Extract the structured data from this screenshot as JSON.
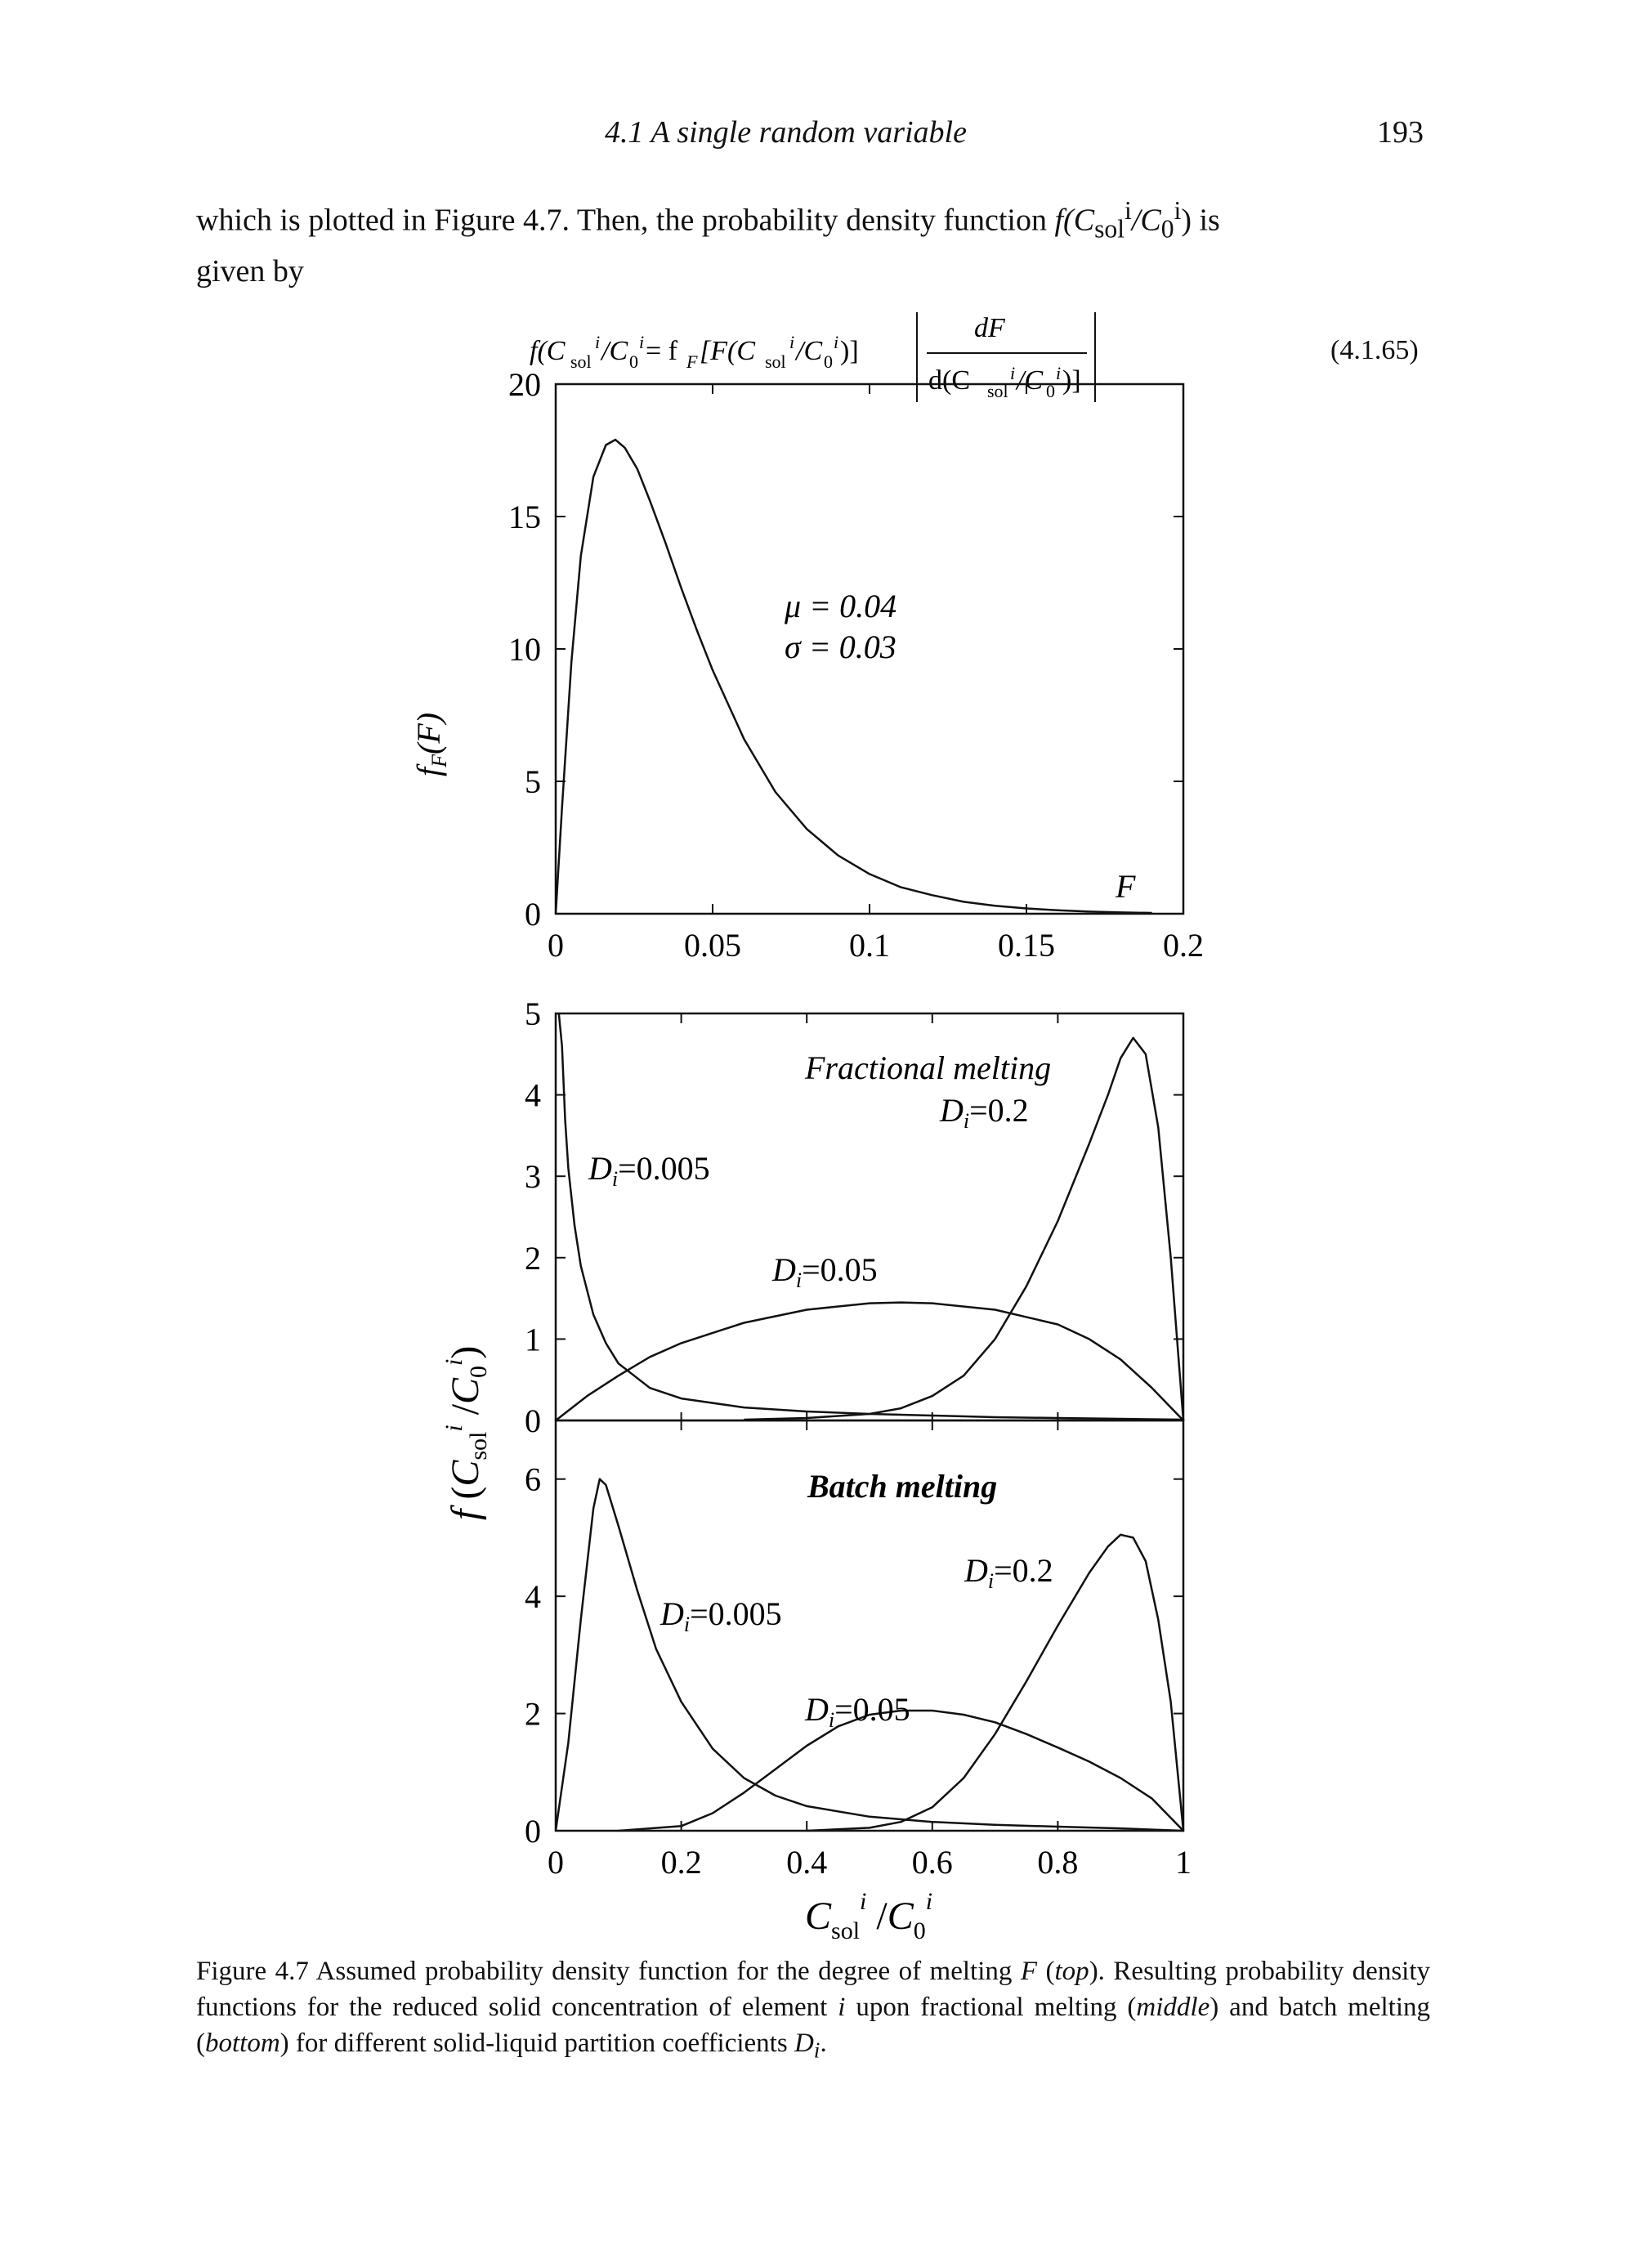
{
  "header": {
    "section_title": "4.1 A single random variable",
    "page_number": "193"
  },
  "body": {
    "line1_before": "which is plotted in Figure 4.7. Then, the probability density function ",
    "fn_name": "f(C",
    "sub_sol": "sol",
    "sup_i": "i",
    "fn_mid": "/C",
    "sub_0": "0",
    "fn_end": ") is",
    "line2": "given by"
  },
  "equation": {
    "lhs": "f(C",
    "rhs_prefix": "= f",
    "rhs_sub_F": "F",
    "rhs_bracket": "[F(C",
    "rhs_close": ")]",
    "numerator": "dF",
    "denominator": "d(C",
    "label": "(4.1.65)"
  },
  "chart_data": [
    {
      "type": "line",
      "panel": "top",
      "ylabel": "f_F(F)",
      "xlabel": "F",
      "xlim": [
        0,
        0.2
      ],
      "ylim": [
        0,
        20
      ],
      "xticks": [
        "0",
        "0.05",
        "0.1",
        "0.15",
        "0.2"
      ],
      "yticks": [
        "0",
        "5",
        "10",
        "15",
        "20"
      ],
      "annotations": [
        "μ = 0.04",
        "σ = 0.03"
      ],
      "series": [
        {
          "x": [
            0.0,
            0.002,
            0.005,
            0.008,
            0.012,
            0.016,
            0.019,
            0.022,
            0.026,
            0.03,
            0.035,
            0.04,
            0.045,
            0.05,
            0.06,
            0.07,
            0.08,
            0.09,
            0.1,
            0.11,
            0.12,
            0.13,
            0.14,
            0.15,
            0.16,
            0.17,
            0.18,
            0.19
          ],
          "y": [
            0.0,
            4.0,
            9.5,
            13.5,
            16.5,
            17.7,
            17.9,
            17.6,
            16.8,
            15.6,
            14.0,
            12.3,
            10.7,
            9.2,
            6.6,
            4.6,
            3.2,
            2.2,
            1.5,
            1.0,
            0.7,
            0.45,
            0.3,
            0.2,
            0.13,
            0.08,
            0.05,
            0.03
          ]
        }
      ]
    },
    {
      "type": "line",
      "panel": "middle",
      "title": "Fractional melting",
      "xlim": [
        0,
        1
      ],
      "ylim": [
        0,
        5
      ],
      "yticks": [
        "0",
        "1",
        "2",
        "3",
        "4",
        "5"
      ],
      "series": [
        {
          "name": "D_i=0.005",
          "x": [
            0.005,
            0.01,
            0.015,
            0.02,
            0.03,
            0.04,
            0.06,
            0.08,
            0.1,
            0.15,
            0.2,
            0.3,
            0.4,
            0.5,
            0.6,
            0.7,
            0.8,
            0.9,
            1.0
          ],
          "y": [
            5.0,
            4.6,
            3.7,
            3.1,
            2.4,
            1.9,
            1.3,
            0.95,
            0.7,
            0.4,
            0.27,
            0.16,
            0.11,
            0.08,
            0.06,
            0.04,
            0.03,
            0.02,
            0.01
          ]
        },
        {
          "name": "D_i=0.05",
          "x": [
            0.0,
            0.05,
            0.1,
            0.15,
            0.2,
            0.3,
            0.4,
            0.5,
            0.55,
            0.6,
            0.7,
            0.8,
            0.85,
            0.9,
            0.95,
            1.0
          ],
          "y": [
            0.0,
            0.3,
            0.55,
            0.78,
            0.95,
            1.2,
            1.36,
            1.44,
            1.45,
            1.44,
            1.36,
            1.18,
            1.0,
            0.75,
            0.4,
            0.0
          ]
        },
        {
          "name": "D_i=0.2",
          "x": [
            0.3,
            0.4,
            0.5,
            0.55,
            0.6,
            0.65,
            0.7,
            0.75,
            0.8,
            0.85,
            0.88,
            0.9,
            0.92,
            0.94,
            0.96,
            0.98,
            0.99,
            1.0
          ],
          "y": [
            0.01,
            0.03,
            0.08,
            0.15,
            0.3,
            0.55,
            1.0,
            1.65,
            2.45,
            3.4,
            4.0,
            4.45,
            4.7,
            4.5,
            3.6,
            2.0,
            1.0,
            0.0
          ]
        }
      ]
    },
    {
      "type": "line",
      "panel": "bottom",
      "title": "Batch melting",
      "xlim": [
        0,
        1
      ],
      "ylim": [
        0,
        7
      ],
      "xticks": [
        "0",
        "0.2",
        "0.4",
        "0.6",
        "0.8",
        "1"
      ],
      "yticks": [
        "0",
        "2",
        "4",
        "6"
      ],
      "series": [
        {
          "name": "D_i=0.005",
          "x": [
            0.0,
            0.02,
            0.04,
            0.06,
            0.07,
            0.08,
            0.1,
            0.13,
            0.16,
            0.2,
            0.25,
            0.3,
            0.35,
            0.4,
            0.5,
            0.6,
            0.7,
            0.8,
            0.9,
            1.0
          ],
          "y": [
            0.0,
            1.5,
            3.6,
            5.5,
            6.0,
            5.9,
            5.2,
            4.1,
            3.1,
            2.2,
            1.4,
            0.9,
            0.6,
            0.42,
            0.24,
            0.15,
            0.1,
            0.07,
            0.04,
            0.0
          ]
        },
        {
          "name": "D_i=0.05",
          "x": [
            0.1,
            0.2,
            0.25,
            0.3,
            0.35,
            0.4,
            0.45,
            0.5,
            0.55,
            0.6,
            0.65,
            0.7,
            0.75,
            0.8,
            0.85,
            0.9,
            0.95,
            1.0
          ],
          "y": [
            0.0,
            0.08,
            0.3,
            0.65,
            1.05,
            1.45,
            1.78,
            1.98,
            2.05,
            2.05,
            1.98,
            1.85,
            1.65,
            1.42,
            1.18,
            0.9,
            0.55,
            0.0
          ]
        },
        {
          "name": "D_i=0.2",
          "x": [
            0.4,
            0.5,
            0.55,
            0.6,
            0.65,
            0.7,
            0.75,
            0.8,
            0.85,
            0.88,
            0.9,
            0.92,
            0.94,
            0.96,
            0.98,
            1.0
          ],
          "y": [
            0.0,
            0.05,
            0.15,
            0.4,
            0.9,
            1.65,
            2.55,
            3.5,
            4.4,
            4.85,
            5.05,
            5.0,
            4.6,
            3.6,
            2.2,
            0.0
          ]
        }
      ]
    }
  ],
  "figure_text": {
    "middle_label_D0005": "D",
    "middle_val_D0005": "=0.005",
    "middle_val_D005": "=0.05",
    "middle_val_D02": "=0.2",
    "sub_i": "i",
    "ylabel_shared_f": "f",
    "xlabel_C": "C",
    "xlabel_sol": "sol",
    "xlabel_0": "0",
    "xlabel_i": "i"
  },
  "caption": {
    "part1": "Figure 4.7 Assumed probability density function for the degree of melting ",
    "F": "F",
    "top": "top",
    "part2": "). Resulting probability density functions for the reduced solid concentration of element ",
    "i": "i",
    "part3": " upon fractional melting (",
    "middle": "middle",
    "part4": ") and batch melting (",
    "bottom": "bottom",
    "part5": ") for different solid-liquid partition coefficients ",
    "D": "D",
    "sub_i": "i",
    "end": "."
  }
}
